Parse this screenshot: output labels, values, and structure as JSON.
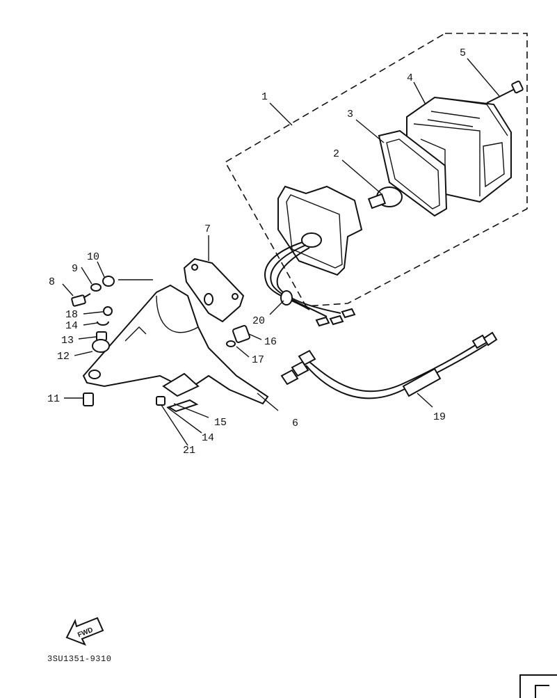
{
  "callouts": [
    {
      "label": "1"
    },
    {
      "label": "2"
    },
    {
      "label": "3"
    },
    {
      "label": "4"
    },
    {
      "label": "5"
    },
    {
      "label": "6"
    },
    {
      "label": "7"
    },
    {
      "label": "8"
    },
    {
      "label": "9"
    },
    {
      "label": "10"
    },
    {
      "label": "11"
    },
    {
      "label": "12"
    },
    {
      "label": "13"
    },
    {
      "label": "14"
    },
    {
      "label": "15"
    },
    {
      "label": "16"
    },
    {
      "label": "17"
    },
    {
      "label": "18"
    },
    {
      "label": "19"
    },
    {
      "label": "20"
    },
    {
      "label": "21"
    },
    {
      "label": "14"
    }
  ],
  "fwd_badge": {
    "text": "FWD",
    "icon": "forward-arrow-icon"
  },
  "part_code": "3SU1351-9310"
}
